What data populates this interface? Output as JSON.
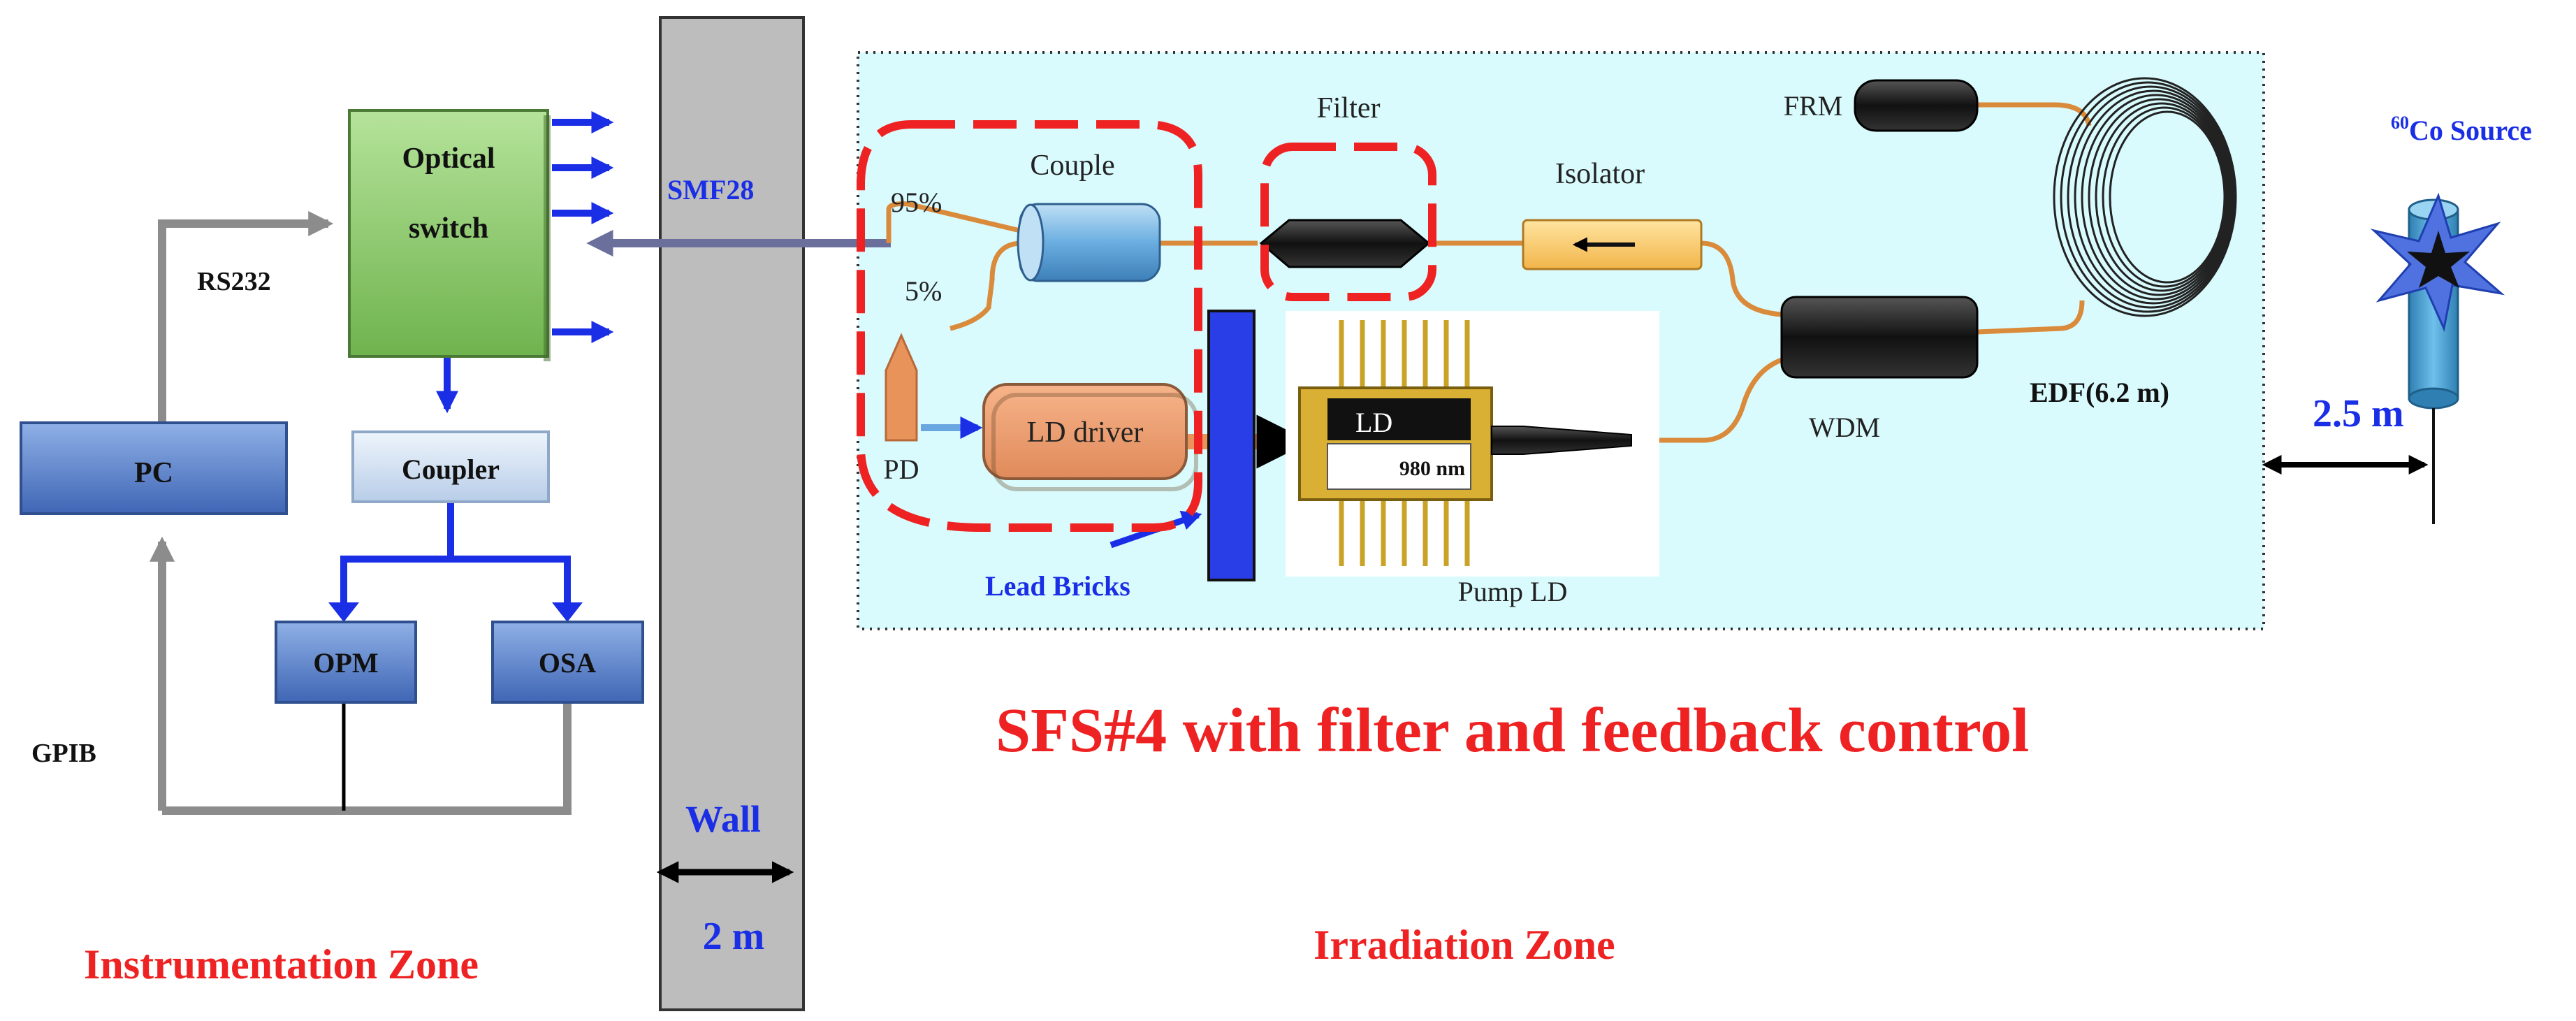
{
  "instrumentation": {
    "zone_label": "Instrumentation Zone",
    "optical_switch_line1": "Optical",
    "optical_switch_line2": "switch",
    "rs232": "RS232",
    "pc": "PC",
    "coupler": "Coupler",
    "opm": "OPM",
    "osa": "OSA",
    "gpib": "GPIB"
  },
  "wall": {
    "label": "Wall",
    "thickness": "2 m",
    "smf28": "SMF28"
  },
  "irradiation": {
    "zone_label": "Irradiation Zone",
    "title": "SFS#4 with filter and feedback control",
    "couple": "Couple",
    "pct95": "95%",
    "pct5": "5%",
    "filter": "Filter",
    "isolator": "Isolator",
    "frm": "FRM",
    "wdm": "WDM",
    "edf": "EDF(6.2 m)",
    "pd": "PD",
    "ld_driver": "LD driver",
    "ld_chip": "LD",
    "ld_wavelength": "980 nm",
    "pump_ld": "Pump LD",
    "lead_bricks": "Lead Bricks"
  },
  "source": {
    "isotope_mass": "60",
    "label": "Co Source",
    "distance": "2.5 m"
  },
  "colors": {
    "red": "#ee2222",
    "blue": "#1a2ee6",
    "fiber": "#d98a3a",
    "panel": "#d9fbfd",
    "switch_green": "#8fcf6e",
    "box_blue": "#5b82c9",
    "wall_gray": "#bdbdbd"
  }
}
